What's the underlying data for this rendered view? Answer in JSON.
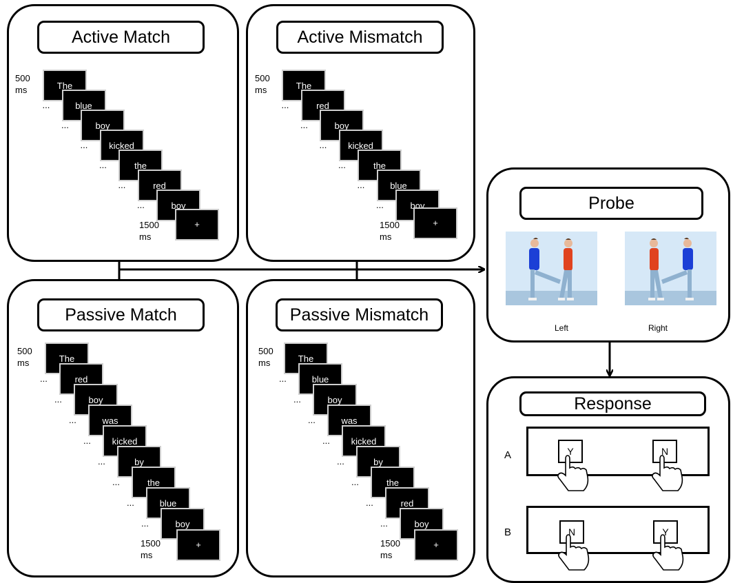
{
  "panels": {
    "active_match": {
      "title": "Active Match",
      "start_time": "500\nms",
      "end_time": "1500\nms",
      "words": [
        "The",
        "blue",
        "boy",
        "kicked",
        "the",
        "red",
        "boy"
      ],
      "fixation": "+"
    },
    "active_mismatch": {
      "title": "Active Mismatch",
      "start_time": "500\nms",
      "end_time": "1500\nms",
      "words": [
        "The",
        "red",
        "boy",
        "kicked",
        "the",
        "blue",
        "boy"
      ],
      "fixation": "+"
    },
    "passive_match": {
      "title": "Passive Match",
      "start_time": "500\nms",
      "end_time": "1500\nms",
      "words": [
        "The",
        "red",
        "boy",
        "was",
        "kicked",
        "by",
        "the",
        "blue",
        "boy"
      ],
      "fixation": "+"
    },
    "passive_mismatch": {
      "title": "Passive Mismatch",
      "start_time": "500\nms",
      "end_time": "1500\nms",
      "words": [
        "The",
        "blue",
        "boy",
        "was",
        "kicked",
        "by",
        "the",
        "red",
        "boy"
      ],
      "fixation": "+"
    }
  },
  "ellipsis": "...",
  "probe": {
    "title": "Probe",
    "left_label": "Left",
    "right_label": "Right"
  },
  "response": {
    "title": "Response",
    "rows": [
      {
        "label": "A",
        "left_key": "Y",
        "right_key": "N"
      },
      {
        "label": "B",
        "left_key": "N",
        "right_key": "Y"
      }
    ]
  },
  "colors": {
    "shirt_blue": "#1c3fd6",
    "shirt_red": "#e0431f",
    "jeans": "#8fb1cf",
    "background_sky": "#cfe4f6",
    "floor": "#a9c6de"
  }
}
